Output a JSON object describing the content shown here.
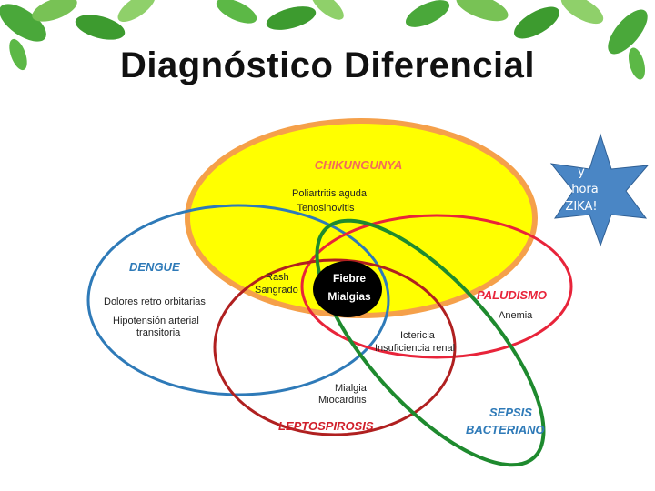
{
  "slide": {
    "title": "Diagnóstico Diferencial"
  },
  "callout": {
    "line1": "y",
    "line2": "ahora",
    "line3": "ZIKA!",
    "color": "#4a86c5"
  },
  "diseases": {
    "chikungunya": {
      "name": "CHIKUNGUNYA",
      "symptoms": [
        "Poliartritis aguda",
        "Tenosinovitis"
      ],
      "fill": "#ffff00",
      "stroke": "#f5a04a",
      "label_color": "#f26b5b"
    },
    "dengue": {
      "name": "DENGUE",
      "symptoms": [
        "Dolores retro orbitarias",
        "Hipotensión arterial",
        "transitoria"
      ],
      "stroke": "#2e7ab8",
      "label_color": "#2e7ab8"
    },
    "paludismo": {
      "name": "PALUDISMO",
      "symptoms": [
        "Anemia"
      ],
      "stroke": "#e8243a",
      "label_color": "#e8243a"
    },
    "leptospirosis": {
      "name": "LEPTOSPIROSIS",
      "symptoms": [
        "Mialgia",
        "Miocarditis"
      ],
      "stroke": "#b02020",
      "label_color": "#d01f2a"
    },
    "sepsis": {
      "name_line1": "SEPSIS",
      "name_line2": "BACTERIANO",
      "stroke": "#1e8a2e",
      "label_color": "#2e7ab8"
    }
  },
  "overlaps": {
    "dengue_chik": [
      "Rash",
      "Sangrado"
    ],
    "paludismo_sepsis": [
      "Ictericia",
      "Insuficiencia renal"
    ],
    "center": [
      "Fiebre",
      "Mialgias"
    ]
  }
}
